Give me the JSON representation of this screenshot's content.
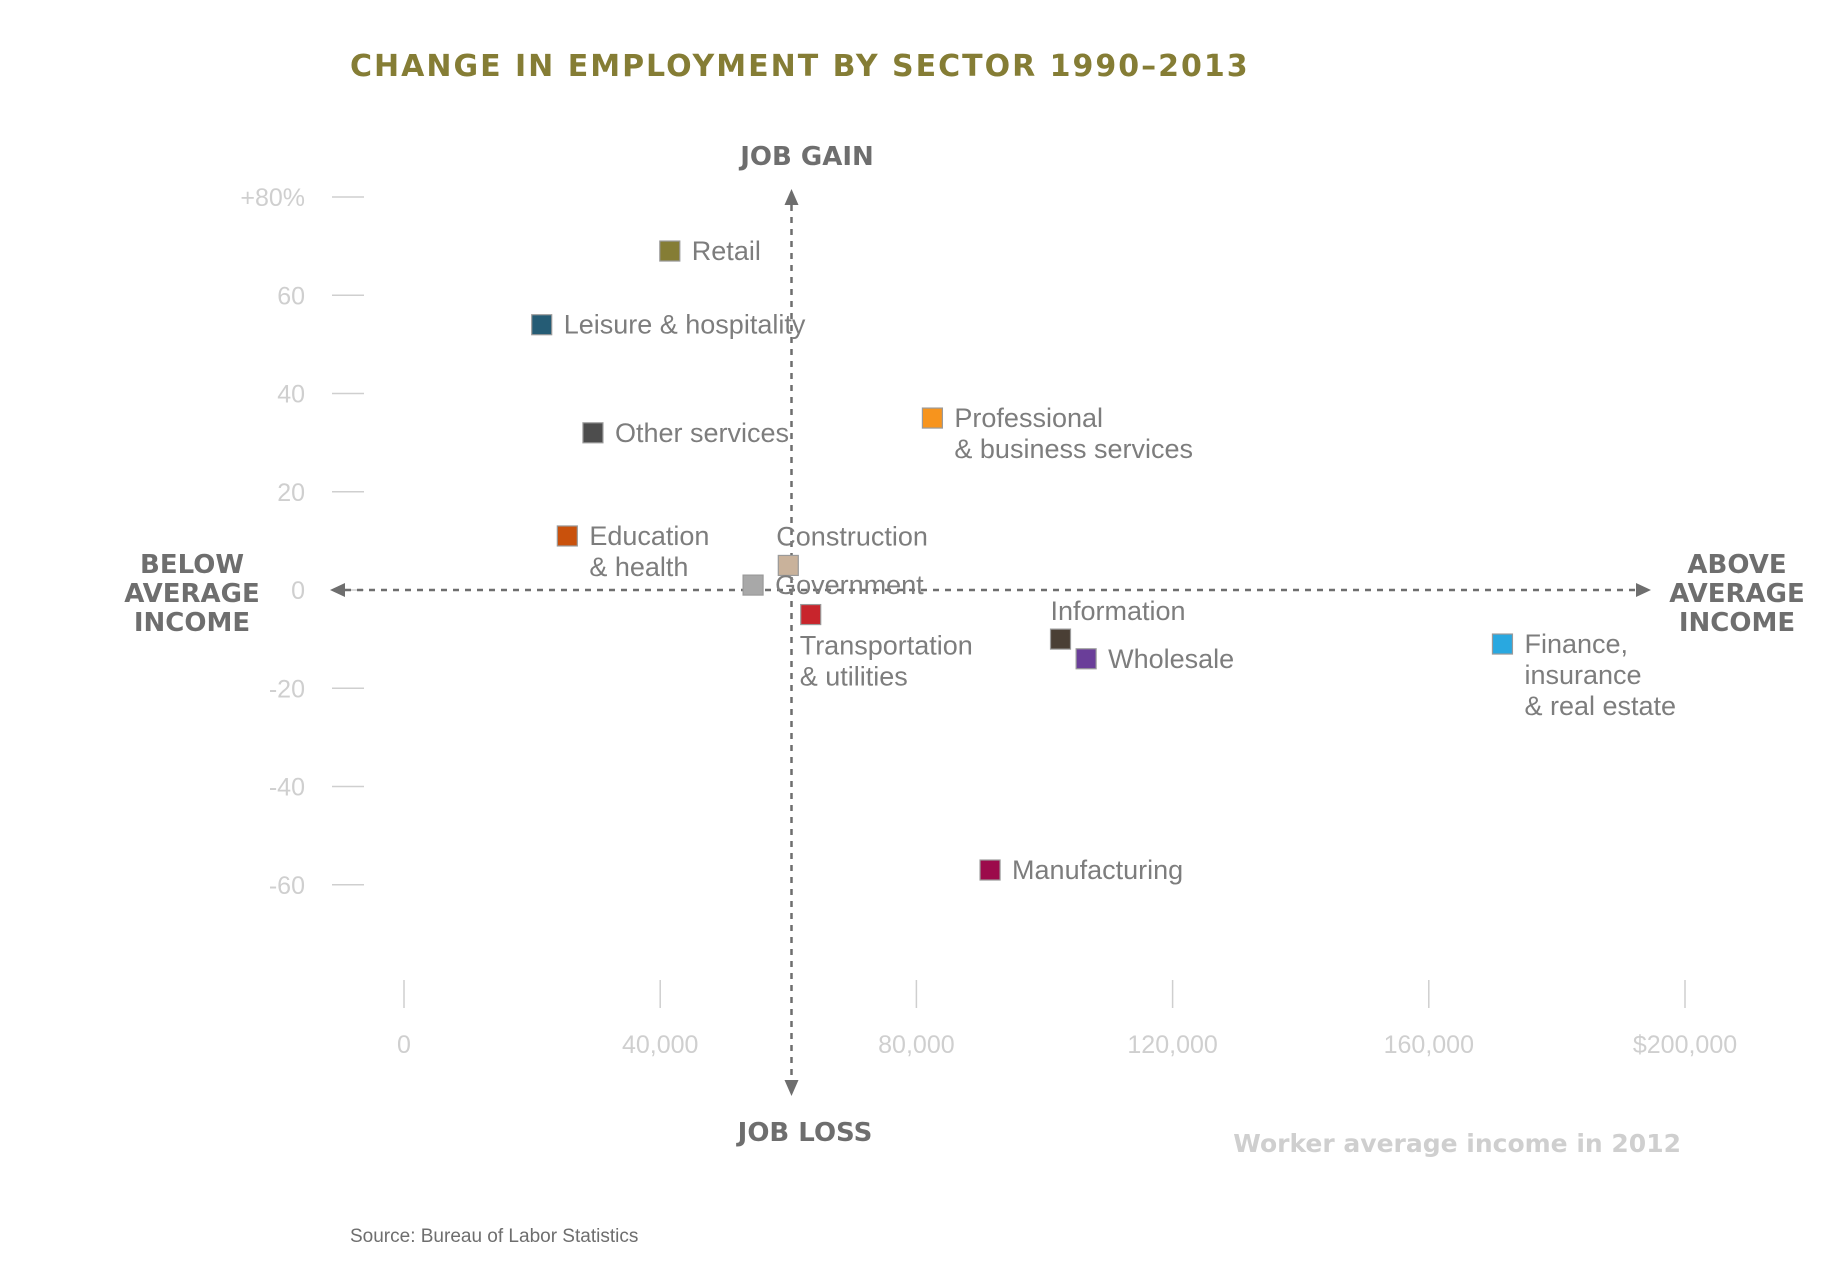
{
  "title": "CHANGE IN EMPLOYMENT BY SECTOR 1990–2013",
  "source": "Source: Bureau of Labor Statistics",
  "colors": {
    "title": "#857d35",
    "axis": "#6e6e6e",
    "tick": "#cfcfcf",
    "label": "#7d7d7d"
  },
  "quadrant_labels": {
    "top": "JOB GAIN",
    "bottom": "JOB LOSS",
    "left": [
      "BELOW",
      "AVERAGE",
      "INCOME"
    ],
    "right": [
      "ABOVE",
      "AVERAGE",
      "INCOME"
    ]
  },
  "chart_data": {
    "type": "scatter",
    "title": "CHANGE IN EMPLOYMENT BY SECTOR 1990–2013",
    "xlabel": "Worker average income in 2012",
    "ylabel": "",
    "xlim": [
      0,
      200000
    ],
    "ylim": [
      -80,
      80
    ],
    "x_ticks": [
      0,
      40000,
      80000,
      120000,
      160000,
      200000
    ],
    "x_tick_labels": [
      "0",
      "40,000",
      "80,000",
      "120,000",
      "160,000",
      "$200,000"
    ],
    "y_ticks": [
      80,
      60,
      40,
      20,
      0,
      -20,
      -40,
      -60
    ],
    "y_tick_labels": [
      "+80%",
      "60",
      "40",
      "20",
      "0",
      "-20",
      "-40",
      "-60"
    ],
    "average_income": 60500,
    "points": [
      {
        "name": "Retail",
        "lines": [
          "Retail"
        ],
        "x": 41500,
        "y": 69,
        "color": "#857d35",
        "label_pos": "right"
      },
      {
        "name": "Leisure & hospitality",
        "lines": [
          "Leisure & hospitality"
        ],
        "x": 21500,
        "y": 54,
        "color": "#255c75",
        "label_pos": "right"
      },
      {
        "name": "Other services",
        "lines": [
          "Other services"
        ],
        "x": 29500,
        "y": 32,
        "color": "#4d4d4d",
        "label_pos": "right"
      },
      {
        "name": "Professional & business services",
        "lines": [
          "Professional",
          "& business services"
        ],
        "x": 82500,
        "y": 35,
        "color": "#f7941d",
        "label_pos": "right"
      },
      {
        "name": "Education & health",
        "lines": [
          "Education",
          "& health"
        ],
        "x": 25500,
        "y": 11,
        "color": "#c9510c",
        "label_pos": "right"
      },
      {
        "name": "Construction",
        "lines": [
          "Construction"
        ],
        "x": 60000,
        "y": 5,
        "color": "#c9b29b",
        "label_pos": "top-right"
      },
      {
        "name": "Government",
        "lines": [
          "Government"
        ],
        "x": 54500,
        "y": 1,
        "color": "#a8a8a8",
        "label_pos": "right"
      },
      {
        "name": "Transportation & utilities",
        "lines": [
          "Transportation",
          "& utilities"
        ],
        "x": 63500,
        "y": -5,
        "color": "#c8252c",
        "label_pos": "below"
      },
      {
        "name": "Information",
        "lines": [
          "Information"
        ],
        "x": 102500,
        "y": -10,
        "color": "#4a3f35",
        "label_pos": "above"
      },
      {
        "name": "Wholesale",
        "lines": [
          "Wholesale"
        ],
        "x": 106500,
        "y": -14,
        "color": "#6a3e99",
        "label_pos": "right"
      },
      {
        "name": "Finance, insurance & real estate",
        "lines": [
          "Finance,",
          "insurance",
          "& real estate"
        ],
        "x": 171500,
        "y": -11,
        "color": "#29a8e0",
        "label_pos": "right"
      },
      {
        "name": "Manufacturing",
        "lines": [
          "Manufacturing"
        ],
        "x": 91500,
        "y": -57,
        "color": "#9c0b4b",
        "label_pos": "right"
      }
    ]
  }
}
